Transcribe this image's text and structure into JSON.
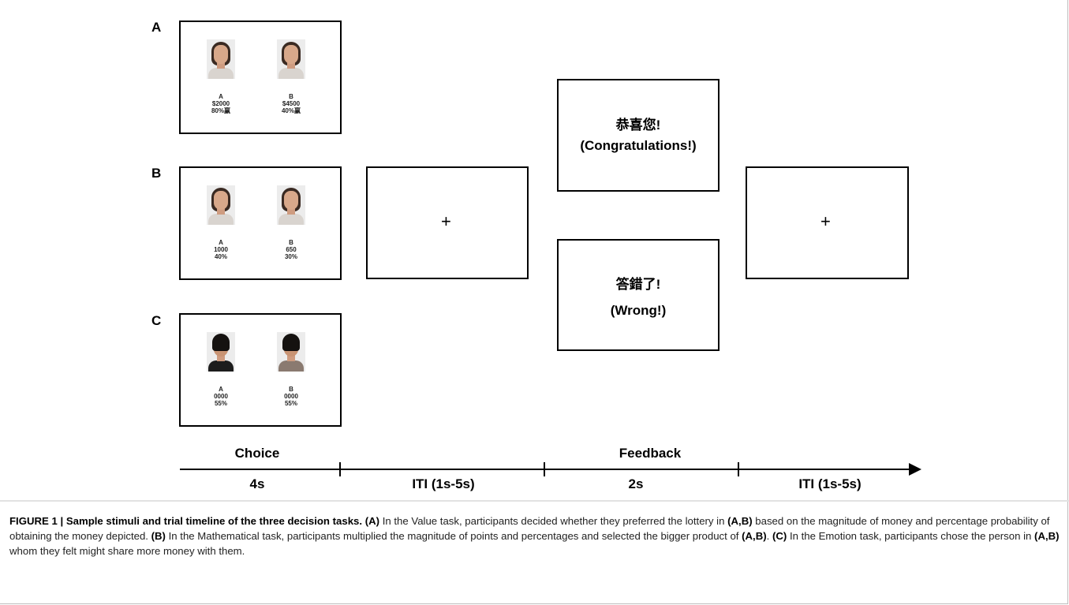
{
  "panels": {
    "a": {
      "label": "A",
      "opt_a": [
        "A",
        "$2000",
        "80%赢"
      ],
      "opt_b": [
        "B",
        "$4500",
        "40%赢"
      ]
    },
    "b": {
      "label": "B",
      "opt_a": [
        "A",
        "1000",
        "40%"
      ],
      "opt_b": [
        "B",
        "650",
        "30%"
      ]
    },
    "c": {
      "label": "C",
      "opt_a": [
        "A",
        "0000",
        "55%"
      ],
      "opt_b": [
        "B",
        "0000",
        "55%"
      ]
    }
  },
  "fixation": "+",
  "feedback": {
    "correct_zh": "恭喜您!",
    "correct_en": "(Congratulations!)",
    "wrong_zh": "答錯了!",
    "wrong_en": "(Wrong!)"
  },
  "timeline": {
    "choice_label": "Choice",
    "choice_time": "4s",
    "iti1": "ITI (1s-5s)",
    "feedback_label": "Feedback",
    "feedback_time": "2s",
    "iti2": "ITI (1s-5s)"
  },
  "caption": {
    "figure_label": "FIGURE 1 | Sample stimuli and trial timeline of the three decision tasks.",
    "ref_a": "(A)",
    "text_a": "In the Value task, participants decided whether they preferred the lottery in",
    "ref_ab1": "(A,B)",
    "text_a2": "based on the magnitude of money and percentage probability of obtaining the money depicted.",
    "ref_b": "(B)",
    "text_b": "In the Mathematical task, participants multiplied the magnitude of points and percentages and selected the bigger product of",
    "ref_ab2": "(A,B)",
    "text_b_end": ".",
    "ref_c": "(C)",
    "text_c": "In the Emotion task, participants chose the person in",
    "ref_ab3": "(A,B)",
    "text_c2": "whom they felt might share more money with them."
  }
}
